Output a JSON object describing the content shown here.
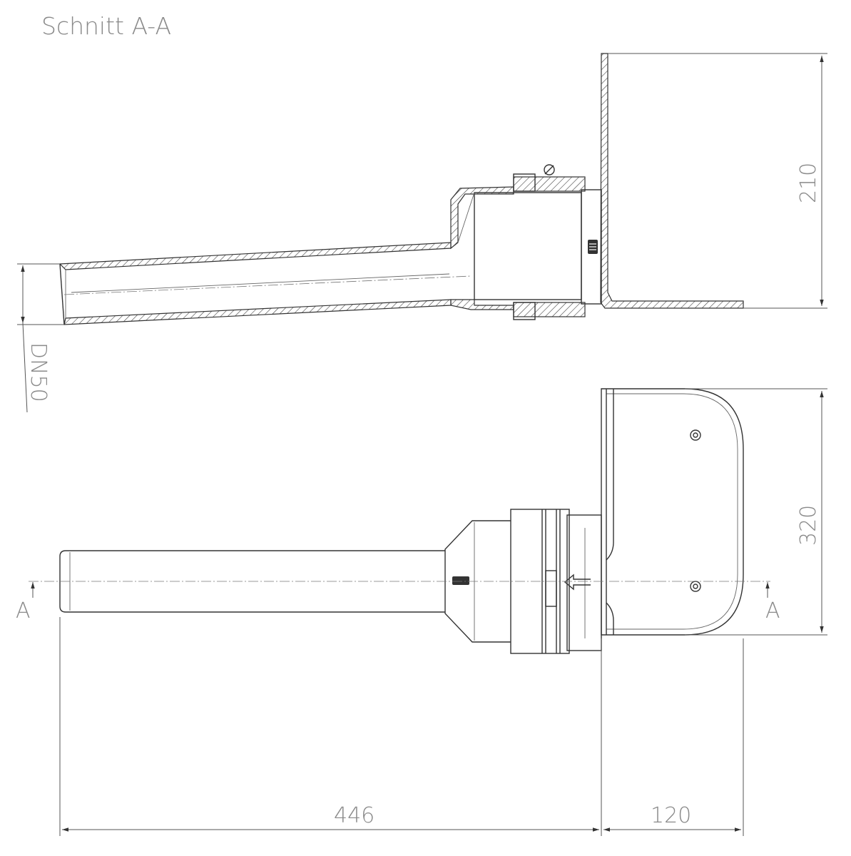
{
  "title": "Schnitt  A-A",
  "dimensions": {
    "height_top": "210",
    "diameter": "DN50",
    "height_bottom": "320",
    "length": "446",
    "width": "120"
  },
  "section_markers": {
    "left": "A",
    "right": "A"
  }
}
